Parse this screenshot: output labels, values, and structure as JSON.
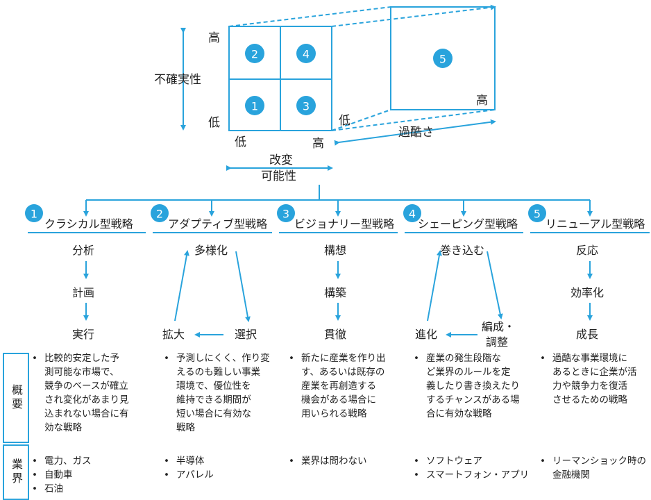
{
  "matrix": {
    "y_axis_label": "不確実性",
    "y_high": "高",
    "y_low": "低",
    "x_low": "低",
    "x_high": "高",
    "x_axis_label_line1": "改変",
    "x_axis_label_line2": "可能性",
    "z_low": "低",
    "z_high": "高",
    "z_axis_label": "過酷さ",
    "cells": [
      "1",
      "2",
      "3",
      "4",
      "5"
    ]
  },
  "strategies": [
    {
      "num": "1",
      "title": "クラシカル型戦略",
      "steps": [
        "分析",
        "計画",
        "実行"
      ]
    },
    {
      "num": "2",
      "title": "アダプティブ型戦略",
      "steps": [
        "多様化",
        "拡大",
        "選択"
      ]
    },
    {
      "num": "3",
      "title": "ビジョナリー型戦略",
      "steps": [
        "構想",
        "構築",
        "貫徹"
      ]
    },
    {
      "num": "4",
      "title": "シェーピング型戦略",
      "steps": [
        "巻き込む",
        "進化",
        "編成・",
        "調整"
      ]
    },
    {
      "num": "5",
      "title": "リニューアル型戦略",
      "steps": [
        "反応",
        "効率化",
        "成長"
      ]
    }
  ],
  "rows": {
    "overview_label": "概要",
    "industry_label": "業界"
  },
  "overview": [
    [
      "比較的安定した予",
      "測可能な市場で、",
      "競争のベースが確立",
      "され変化があまり見",
      "込まれない場合に有",
      "効な戦略"
    ],
    [
      "予測しにくく、作り変",
      "えるのも難しい事業",
      "環境で、優位性を",
      "維持できる期間が",
      "短い場合に有効な",
      "戦略"
    ],
    [
      "新たに産業を作り出",
      "す、あるいは既存の",
      "産業を再創造する",
      "機会がある場合に",
      "用いられる戦略"
    ],
    [
      "産業の発生段階な",
      "ど業界のルールを定",
      "義したり書き換えたり",
      "するチャンスがある場",
      "合に有効な戦略"
    ],
    [
      "過酷な事業環境に",
      "あるときに企業が活",
      "力や競争力を復活",
      "させるための戦略"
    ]
  ],
  "industries": [
    [
      "電力、ガス",
      "自動車",
      "石油"
    ],
    [
      "半導体",
      "アパレル"
    ],
    [
      "業界は問わない"
    ],
    [
      "ソフトウェア",
      "スマートフォン・アプリ"
    ],
    [
      "リーマンショック時の\n金融機関"
    ]
  ],
  "colors": {
    "accent": "#29a3dc"
  }
}
